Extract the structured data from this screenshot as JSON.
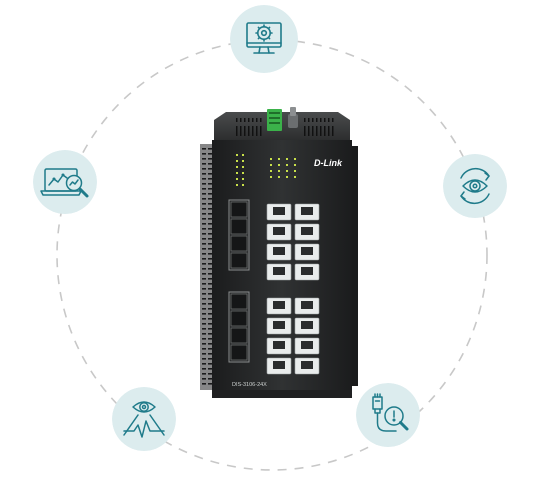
{
  "device": {
    "brand": "D-Link",
    "model": "DIS-3106-24X"
  },
  "feature_icons": [
    {
      "name": "monitor-settings-icon",
      "position": "top"
    },
    {
      "name": "analytics-search-icon",
      "position": "left"
    },
    {
      "name": "eye-rotate-icon",
      "position": "right"
    },
    {
      "name": "eye-signal-icon",
      "position": "bottom-left"
    },
    {
      "name": "cable-diagnostic-icon",
      "position": "bottom-right"
    }
  ],
  "colors": {
    "circle_fill": "#dcecee",
    "icon_stroke": "#1f7b8a",
    "dashed_ring": "#c8c8c8",
    "device_body": "#2b2d2e",
    "led_green": "#c8e04a",
    "terminal_green": "#3bb24a"
  }
}
